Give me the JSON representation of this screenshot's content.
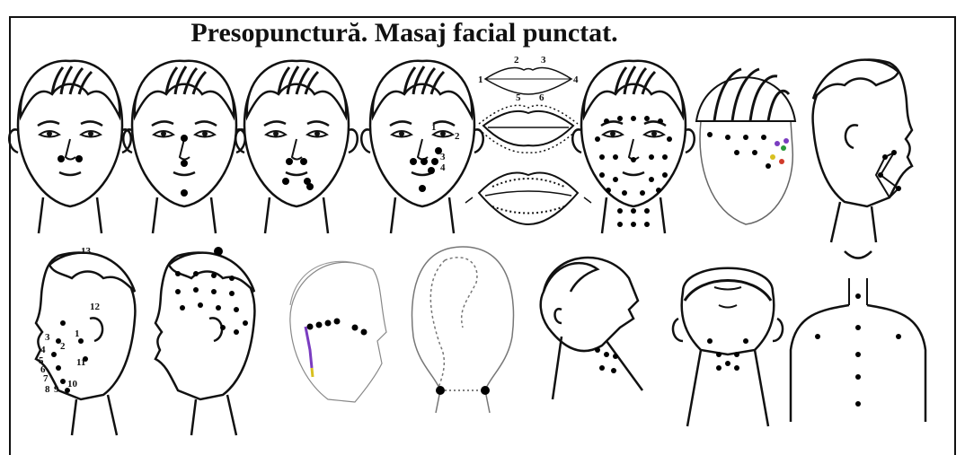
{
  "title": "Presopunctură. Masaj facial punctat.",
  "lip_numbers": [
    "1",
    "2",
    "3",
    "4",
    "5",
    "6"
  ],
  "eye_numbers": [
    "1",
    "2",
    "3",
    "4"
  ],
  "profile_numbers": [
    "13",
    "12",
    "1",
    "2",
    "3",
    "4",
    "5",
    "6",
    "7",
    "8",
    "9",
    "10",
    "11"
  ],
  "colors": {
    "ink": "#111111",
    "dot": "#000000",
    "accent_purple": "#7a3cc0",
    "accent_green": "#2a9a3a",
    "accent_yellow": "#d8c020",
    "accent_red": "#d03a2a"
  }
}
